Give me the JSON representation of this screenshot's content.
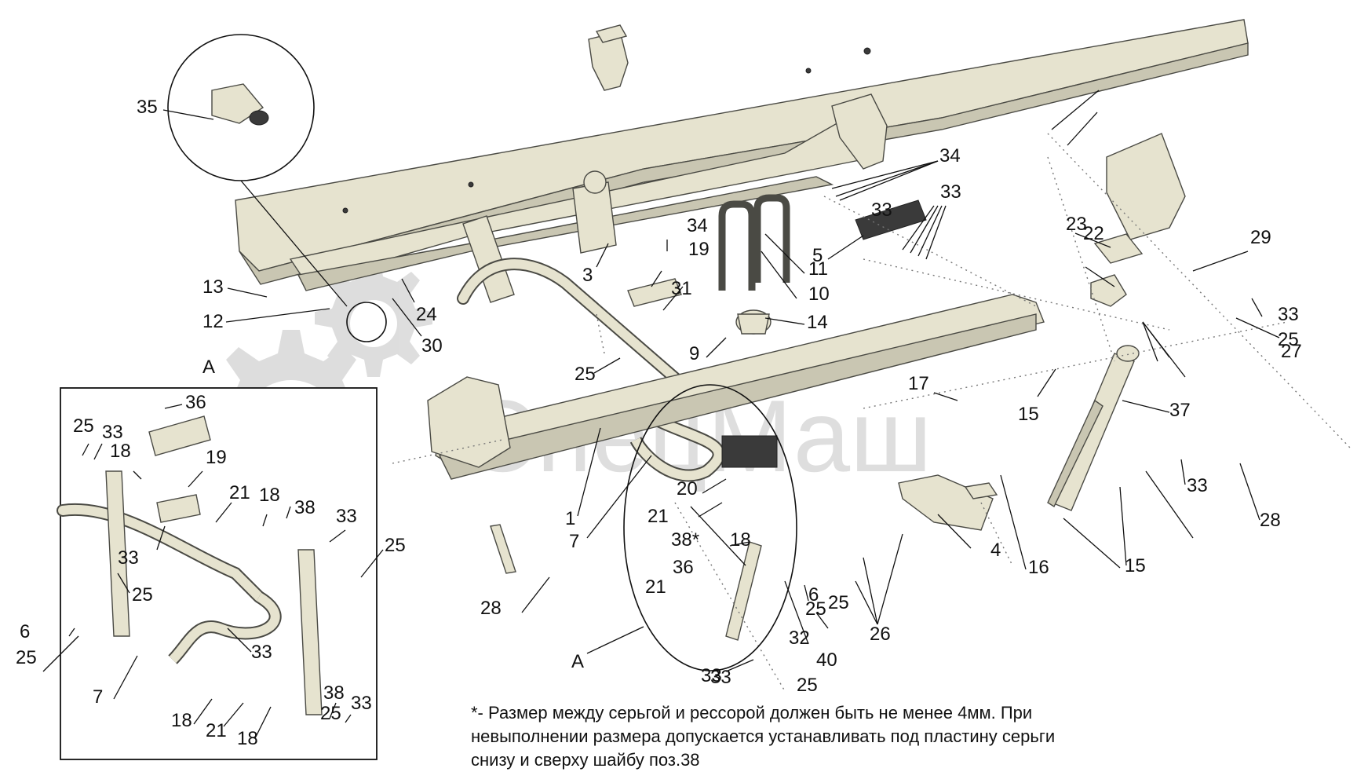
{
  "watermark": {
    "text": "СпецМаш"
  },
  "inset": {
    "title": "A"
  },
  "detail_callout": {
    "label": "35"
  },
  "main_labels": [
    "1",
    "3",
    "4",
    "5",
    "7",
    "9",
    "10",
    "11",
    "12",
    "13",
    "14",
    "15",
    "15",
    "16",
    "17",
    "19",
    "20",
    "21",
    "21",
    "22",
    "23",
    "24",
    "25",
    "25",
    "25",
    "25",
    "26",
    "27",
    "28",
    "28",
    "29",
    "30",
    "31",
    "32",
    "33",
    "33",
    "33",
    "33",
    "33",
    "34",
    "34",
    "36",
    "37",
    "38*",
    "40",
    "18",
    "6",
    "25",
    "33",
    "A"
  ],
  "inset_labels": [
    "36",
    "25",
    "33",
    "18",
    "19",
    "21",
    "18",
    "38",
    "33",
    "25",
    "33",
    "25",
    "6",
    "25",
    "33",
    "7",
    "18",
    "21",
    "18",
    "38",
    "33",
    "25"
  ],
  "note": {
    "line1": "*-  Размер между серьгой и рессорой должен быть не менее 4мм. При",
    "line2": "невыполнении размера допускается устанавливать под пластину серьги",
    "line3": "снизу и сверху шайбу поз.38"
  },
  "colors": {
    "part": "#e6e3cf",
    "line": "#111111",
    "watermark": "#dadada"
  }
}
